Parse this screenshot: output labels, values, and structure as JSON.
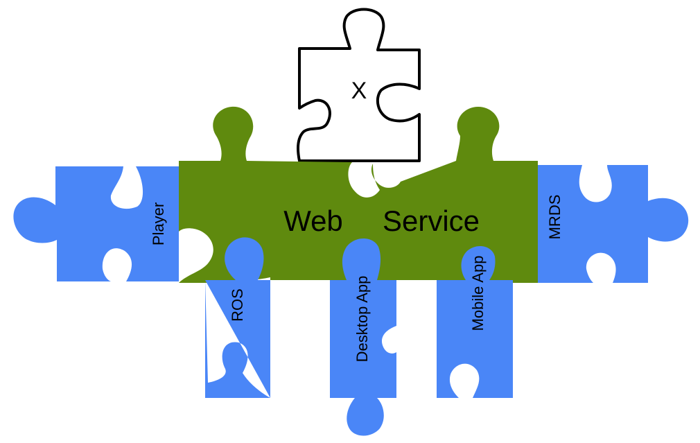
{
  "colors": {
    "blue": "#4a86f7",
    "green": "#5f8a0e",
    "outline": "#000000",
    "background": "#ffffff"
  },
  "pieces": {
    "top": {
      "label": "X"
    },
    "center_left": {
      "label": "Web"
    },
    "center_right": {
      "label": "Service"
    },
    "left": {
      "label": "Player"
    },
    "right": {
      "label": "MRDS"
    },
    "bottom_1": {
      "label": "ROS"
    },
    "bottom_2": {
      "label": "Desktop App"
    },
    "bottom_3": {
      "label": "Mobile App"
    }
  }
}
